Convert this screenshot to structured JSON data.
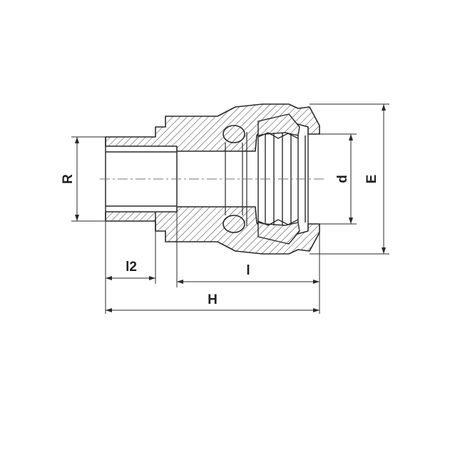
{
  "drawing": {
    "type": "technical cross-section",
    "line_color": "#2a2a2a",
    "hatch_color": "#555555",
    "dimensions": {
      "R": "R",
      "d": "d",
      "E": "E",
      "l2": "l2",
      "l": "l",
      "H": "H"
    }
  }
}
